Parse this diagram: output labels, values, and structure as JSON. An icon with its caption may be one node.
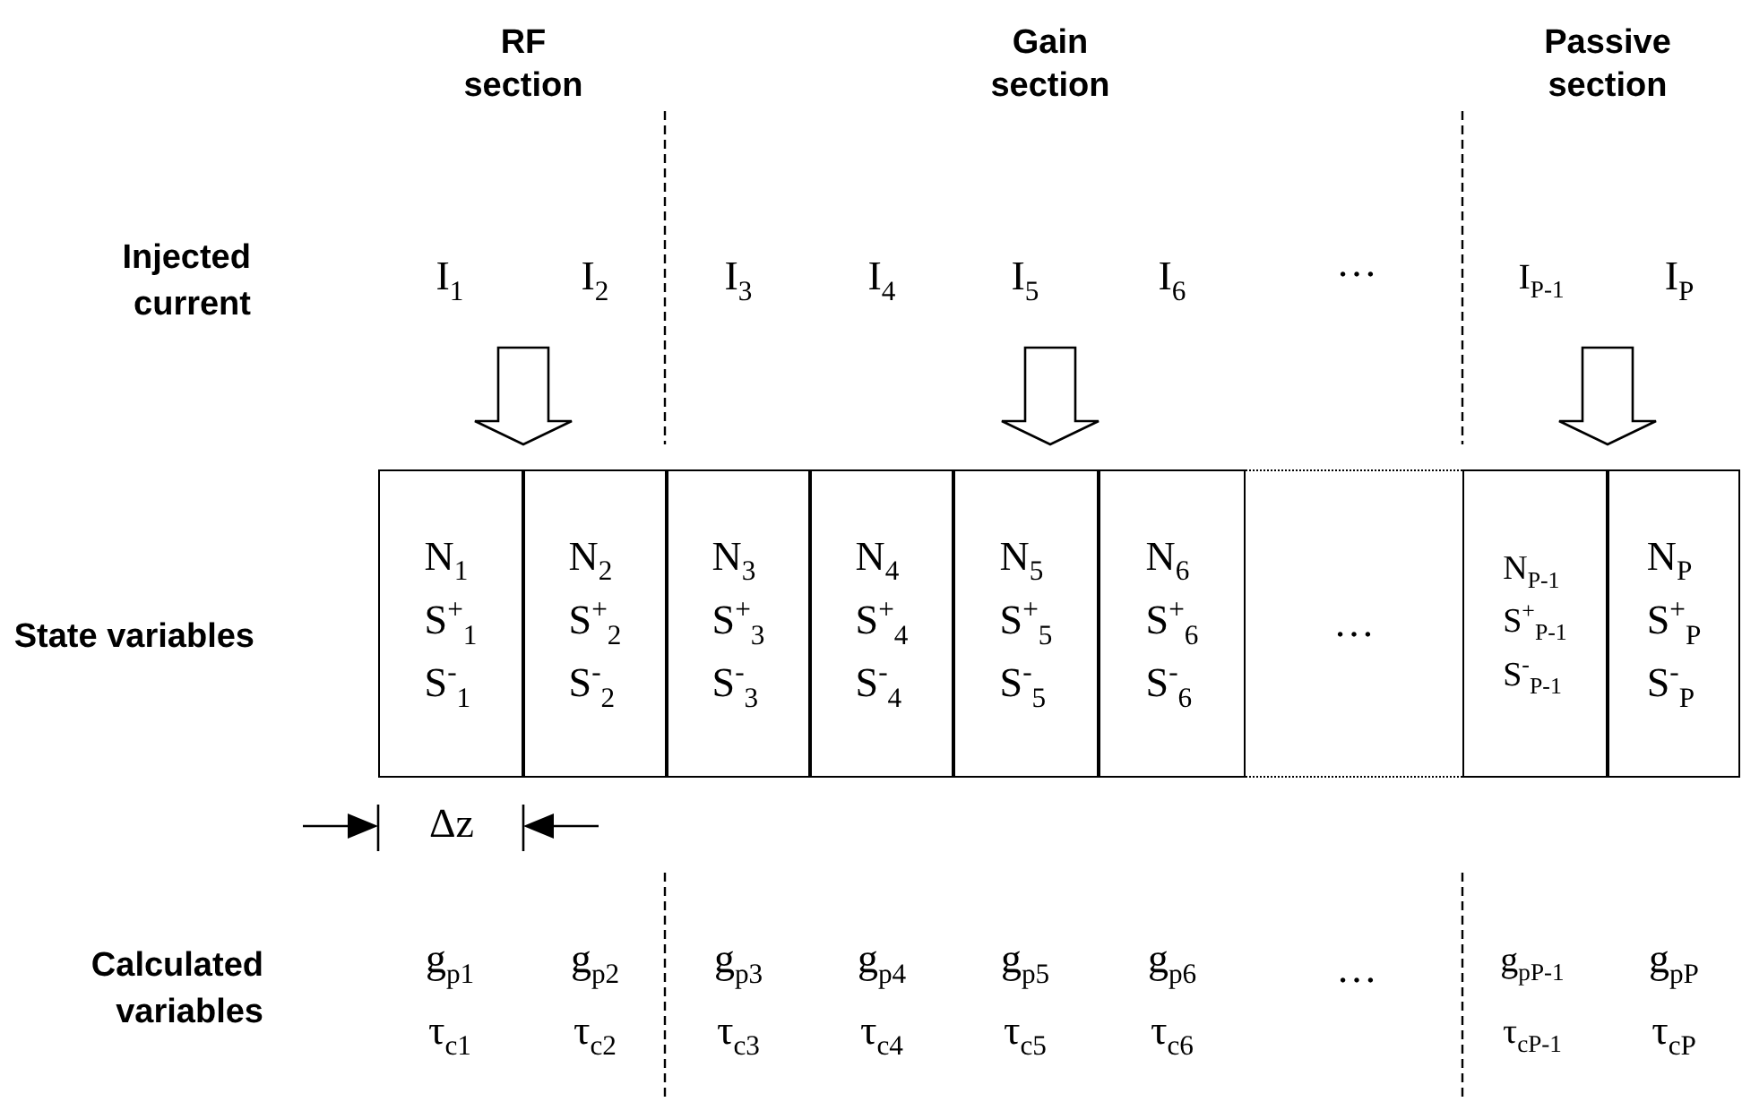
{
  "diagram": {
    "nodes": [
      {
        "text": [
          "N$_{1}$ S$^{+}$$_{1}$ S$^{-}$$_{1}$"
        ]
      },
      {
        "text": [
          "N$_{2}$ S$^{+}$$_{2}$ S$^{-}$$_{2}$"
        ]
      },
      {
        "text": [
          "N$_{3}$ S$^{+}$$_{3}$ S$^{-}$$_{3}$"
        ]
      },
      {
        "text": [
          "N$_{4}$ S$^{+}$$_{4}$ S$^{-}$$_{4}$"
        ]
      },
      {
        "text": [
          "N$_{5}$ S$^{+}$$_{5}$ S$^{-}$$_{5}$"
        ]
      },
      {
        "text": [
          "N$_{6}$ S$^{+}$$_{6}$ S$^{-}$$_{6}$"
        ]
      },
      {
        "text": [
          "…"
        ]
      },
      {
        "text": [
          "N$_{P-1}$ S$^{+}$$_{P-1}$ S$^{-}$$_{P-1}$"
        ]
      },
      {
        "text": [
          "N$_{P}$ S$^{+}$$_{P}$ S$^{-}$$_{P}$"
        ]
      }
    ],
    "labels": [
      "RF section",
      "Gain section",
      "Passive section",
      "Injected current",
      "I$_{1}$",
      "I$_{2}$",
      "I$_{3}$",
      "I$_{4}$",
      "I$_{5}$",
      "I$_{6}$",
      "…",
      "I$_{P-1}$",
      "I$_{P}$",
      "State variables",
      "Δz",
      "Calculated variables",
      "g$_{p1}$",
      "g$_{p2}$",
      "g$_{p3}$",
      "g$_{p4}$",
      "g$_{p5}$",
      "g$_{p6}$",
      "…",
      "g$_{pP-1}$",
      "g$_{pP}$",
      "τ$_{c1}$",
      "τ$_{c2}$",
      "τ$_{c3}$",
      "τ$_{c4}$",
      "τ$_{c5}$",
      "τ$_{c6}$",
      "τ$_{cP-1}$",
      "τ$_{cP}$"
    ]
  }
}
